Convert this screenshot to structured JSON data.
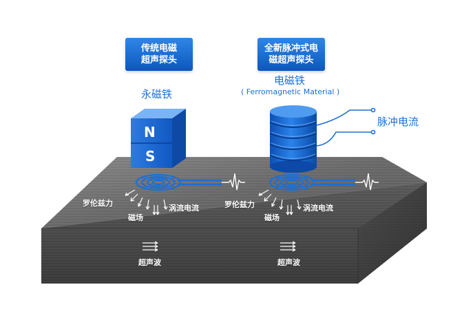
{
  "probes": [
    {
      "title_line1": "传统电磁",
      "title_line2": "超声探头",
      "magnet_label": "永磁铁",
      "pole_n": "N",
      "pole_s": "S",
      "force_label": "罗伦兹力",
      "field_label": "磁场",
      "eddy_label": "涡流电流",
      "wave_label": "超声波"
    },
    {
      "title_line1": "全新脉冲式电",
      "title_line2": "磁超声探头",
      "magnet_label": "电磁铁",
      "magnet_sublabel": "( Ferromagnetic Material )",
      "pulse_label": "脉冲电流",
      "force_label": "罗伦兹力",
      "field_label": "磁场",
      "eddy_label": "涡流电流",
      "wave_label": "超声波"
    }
  ],
  "colors": {
    "brand_blue": "#1a6fd8",
    "steel_top": "#6e6e6e",
    "steel_side": "#4a4a4a"
  }
}
